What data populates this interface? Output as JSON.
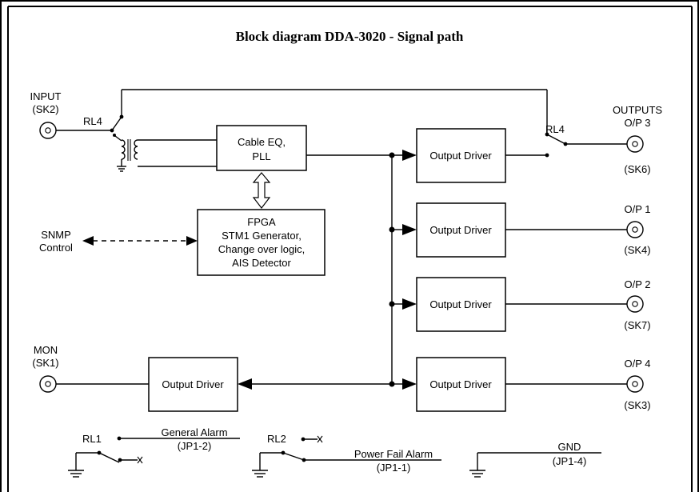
{
  "title": "Block diagram DDA-3020 - Signal path",
  "input": {
    "label": "INPUT",
    "socket": "(SK2)"
  },
  "mon": {
    "label": "MON",
    "socket": "(SK1)"
  },
  "snmp": {
    "line1": "SNMP",
    "line2": "Control"
  },
  "relays": {
    "rl4_input": "RL4",
    "rl4_output": "RL4",
    "rl1": "RL1",
    "rl2": "RL2"
  },
  "cable_eq": {
    "line1": "Cable EQ,",
    "line2": "PLL"
  },
  "fpga": {
    "line1": "FPGA",
    "line2": "STM1 Generator,",
    "line3": "Change over logic,",
    "line4": "AIS Detector"
  },
  "drivers": {
    "op3": "Output Driver",
    "op1": "Output Driver",
    "op2": "Output Driver",
    "op4": "Output Driver",
    "mon": "Output Driver"
  },
  "outputs": {
    "header": "OUTPUTS",
    "op3": {
      "label": "O/P 3",
      "socket": "(SK6)"
    },
    "op1": {
      "label": "O/P 1",
      "socket": "(SK4)"
    },
    "op2": {
      "label": "O/P 2",
      "socket": "(SK7)"
    },
    "op4": {
      "label": "O/P 4",
      "socket": "(SK3)"
    }
  },
  "alarms": {
    "general": {
      "label": "General Alarm",
      "pin": "(JP1-2)"
    },
    "power": {
      "label": "Power Fail Alarm",
      "pin": "(JP1-1)"
    },
    "gnd": {
      "label": "GND",
      "pin": "(JP1-4)"
    }
  }
}
